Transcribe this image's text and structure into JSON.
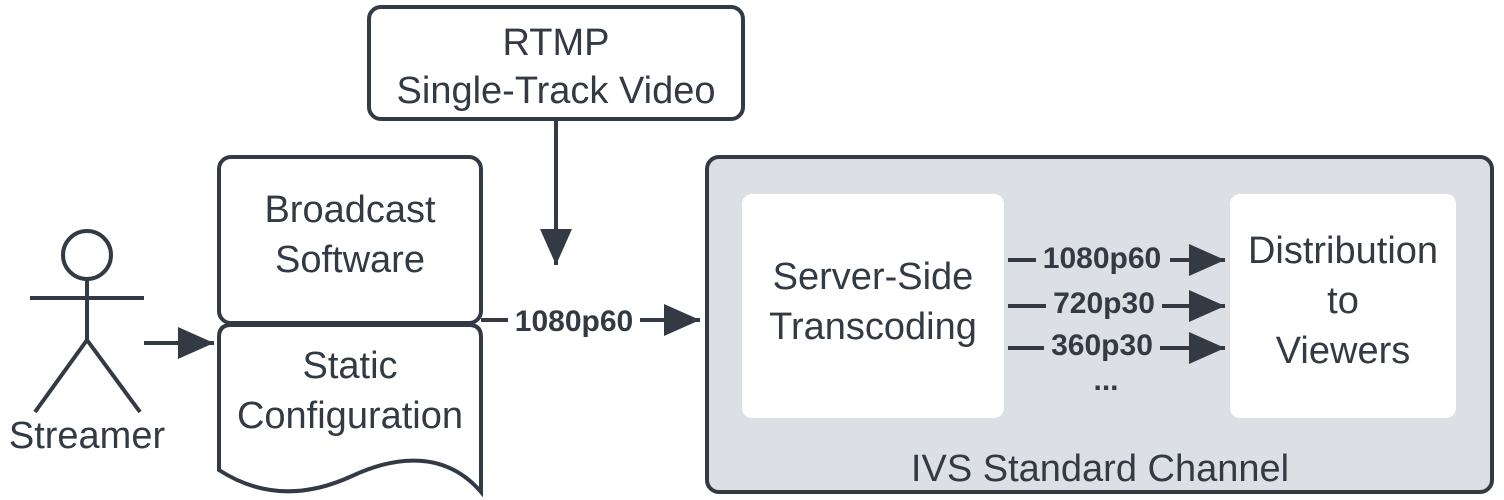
{
  "actor": {
    "label": "Streamer"
  },
  "rtmp_box": {
    "line1": "RTMP",
    "line2": "Single-Track Video"
  },
  "broadcast_box": {
    "line1": "Broadcast",
    "line2": "Software"
  },
  "config_box": {
    "line1": "Static",
    "line2": "Configuration"
  },
  "ingest_label": "1080p60",
  "channel": {
    "label": "IVS Standard Channel"
  },
  "transcoding_box": {
    "line1": "Server-Side",
    "line2": "Transcoding"
  },
  "distribution_box": {
    "line1": "Distribution",
    "line2": "to",
    "line3": "Viewers"
  },
  "renditions": [
    "1080p60",
    "720p30",
    "360p30",
    "..."
  ],
  "colors": {
    "stroke": "#333a44",
    "channel_fill": "#dcdfe4",
    "box_fill": "#ffffff"
  }
}
